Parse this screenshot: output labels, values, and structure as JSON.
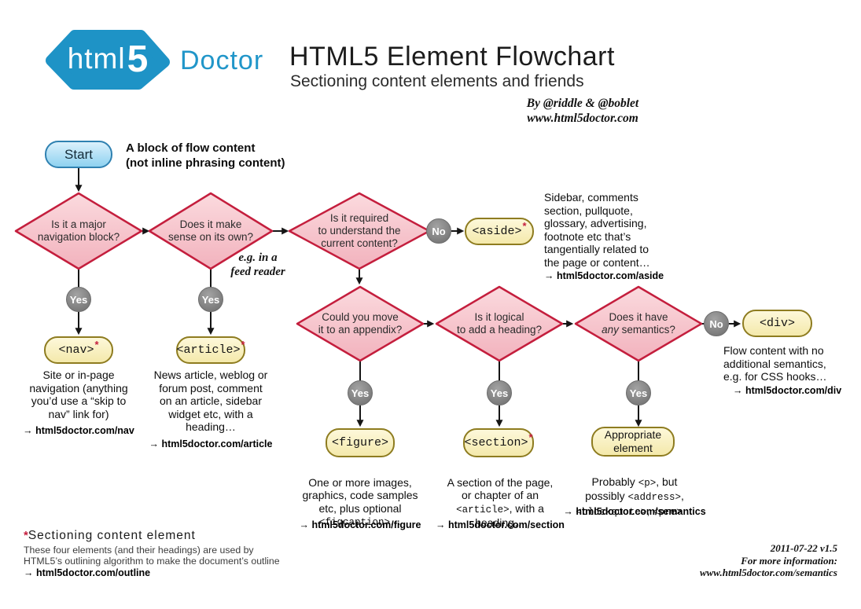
{
  "brand": {
    "logo_text_a": "html",
    "logo_text_b": "5",
    "name": "Doctor"
  },
  "header": {
    "title": "HTML5 Element Flowchart",
    "subtitle": "Sectioning content elements and friends",
    "byline_line1": "By @riddle & @boblet",
    "byline_line2": "www.html5doctor.com"
  },
  "start": {
    "label": "Start",
    "note": "A block of flow content\n(not inline phrasing content)"
  },
  "connector": {
    "yes": "Yes",
    "no": "No"
  },
  "hint": {
    "feed_reader": "e.g. in a\nfeed reader"
  },
  "decisions": {
    "nav": "Is it a major\nnavigation block?",
    "article": "Does it make\nsense on its own?",
    "aside": "Is it required\nto understand the\ncurrent content?",
    "figure": "Could you move\nit to an appendix?",
    "section": "Is it logical\nto add a heading?",
    "semantics_pre": "Does it have",
    "semantics_italic": "any",
    "semantics_post": " semantics?"
  },
  "results": {
    "nav": {
      "label": "<nav>",
      "asterisk": "*",
      "desc": "Site or in-page\nnavigation (anything\nyou’d use a “skip to\nnav” link for)",
      "link": "→ html5doctor.com/nav"
    },
    "article": {
      "label": "<article>",
      "asterisk": "*",
      "desc": "News article, weblog or\nforum post, comment\non an article, sidebar\nwidget etc, with a\nheading…",
      "link": "→ html5doctor.com/article"
    },
    "aside": {
      "label": "<aside>",
      "asterisk": "*",
      "desc": "Sidebar, comments\nsection, pullquote,\nglossary, advertising,\nfootnote etc that’s\ntangentially related to\nthe page or content…",
      "link": "→ html5doctor.com/aside"
    },
    "figure": {
      "label": "<figure>",
      "desc_part1": "One or more images,\ngraphics, code samples\netc, plus optional\n",
      "code1": "<figcaption>",
      "desc_part2": "…",
      "link": "→ html5doctor.com/figure"
    },
    "section": {
      "label": "<section>",
      "asterisk": "*",
      "desc_part1": "A section of the page,\nor chapter of an\n",
      "code1": "<article>",
      "desc_part2": ", with a\nheading…",
      "link": "→ html5doctor.com/section"
    },
    "appropriate": {
      "label": "Appropriate\nelement",
      "p1": "Probably ",
      "c1": "<p>",
      "p2": ", but\npossibly ",
      "c2": "<address>",
      "p3": ",\n",
      "c3": "<blockquote>",
      "p4": ", ",
      "c4": "<pre>",
      "p5": "…",
      "link": "→ html5doctor.com/semantics"
    },
    "div": {
      "label": "<div>",
      "desc": "Flow content with no\nadditional semantics,\ne.g. for CSS hooks…",
      "link": "→ html5doctor.com/div"
    }
  },
  "footnote": {
    "asterisk": "*",
    "heading": "Sectioning content element",
    "body": "These four elements (and their headings) are used by\nHTML5’s outlining algorithm to make the document’s outline",
    "link": "→ html5doctor.com/outline"
  },
  "meta": {
    "version": "2011-07-22 v1.5",
    "info_label": "For more information:",
    "info_url": "www.html5doctor.com/semantics"
  },
  "colors": {
    "brand_blue": "#1e93c6",
    "diamond_fill_top": "#fbdade",
    "diamond_fill_bottom": "#f2b2bd",
    "diamond_border": "#c41e3d",
    "result_fill": "#f9f1c4",
    "result_border": "#8e7c20",
    "start_border": "#2f81b1",
    "connector_gray": "#8c8c8c",
    "asterisk_red": "#c41e3d"
  }
}
